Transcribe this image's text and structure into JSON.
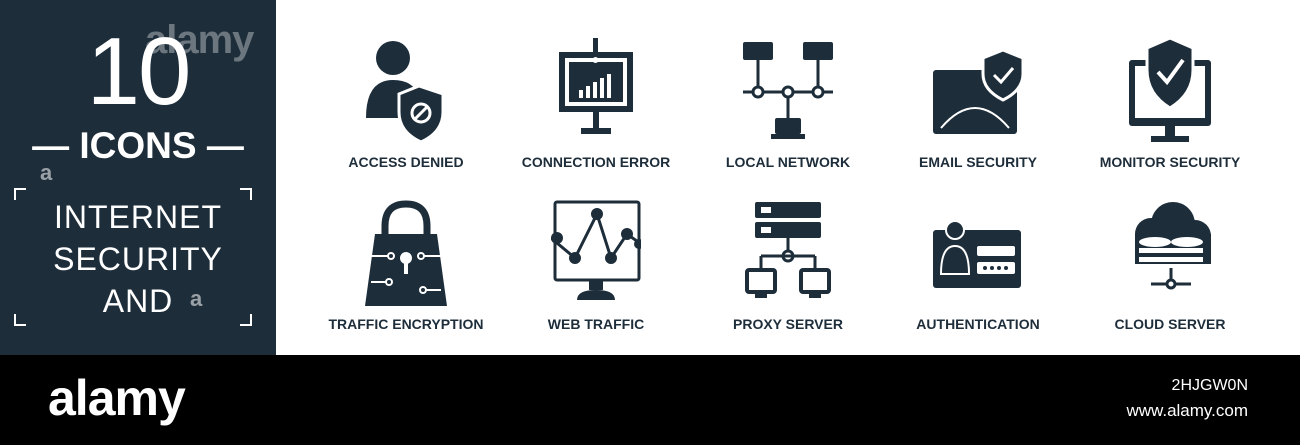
{
  "panel": {
    "count": "10",
    "icons_label": "— ICONS —",
    "title_lines": [
      "INTERNET",
      "SECURITY",
      "AND"
    ],
    "watermark": "alamy",
    "watermark_small": "a",
    "bg_color": "#1d2d3a"
  },
  "icons": [
    {
      "label": "ACCESS DENIED",
      "icon": "user-shield-denied-icon"
    },
    {
      "label": "CONNECTION ERROR",
      "icon": "monitor-signal-error-icon"
    },
    {
      "label": "LOCAL NETWORK",
      "icon": "network-nodes-icon"
    },
    {
      "label": "EMAIL SECURITY",
      "icon": "envelope-shield-icon"
    },
    {
      "label": "MONITOR SECURITY",
      "icon": "monitor-shield-icon"
    },
    {
      "label": "TRAFFIC ENCRYPTION",
      "icon": "lock-circuit-icon"
    },
    {
      "label": "WEB TRAFFIC",
      "icon": "monitor-graph-icon"
    },
    {
      "label": "PROXY SERVER",
      "icon": "server-network-icon"
    },
    {
      "label": "AUTHENTICATION",
      "icon": "id-card-password-icon"
    },
    {
      "label": "CLOUD SERVER",
      "icon": "cloud-database-icon"
    }
  ],
  "footer": {
    "logo": "alamy",
    "image_id": "2HJGW0N",
    "site": "www.alamy.com"
  }
}
